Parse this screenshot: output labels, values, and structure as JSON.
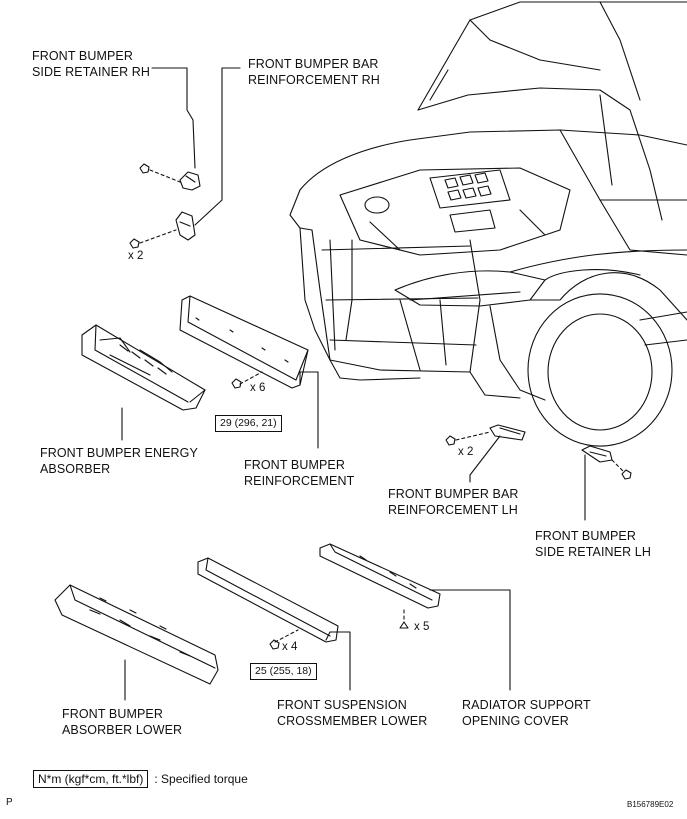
{
  "labels": {
    "side_retainer_rh": [
      "FRONT BUMPER",
      "SIDE RETAINER RH"
    ],
    "bar_reinf_rh": [
      "FRONT BUMPER BAR",
      "REINFORCEMENT RH"
    ],
    "energy_absorber": [
      "FRONT BUMPER ENERGY",
      "ABSORBER"
    ],
    "bumper_reinf": [
      "FRONT BUMPER",
      "REINFORCEMENT"
    ],
    "bar_reinf_lh": [
      "FRONT BUMPER BAR",
      "REINFORCEMENT LH"
    ],
    "side_retainer_lh": [
      "FRONT BUMPER",
      "SIDE RETAINER LH"
    ],
    "absorber_lower": [
      "FRONT BUMPER",
      "ABSORBER LOWER"
    ],
    "crossmember_lower": [
      "FRONT SUSPENSION",
      "CROSSMEMBER LOWER"
    ],
    "radiator_cover": [
      "RADIATOR SUPPORT",
      "OPENING COVER"
    ]
  },
  "quantities": {
    "rh_bolts": "x 2",
    "reinf_bolts": "x 6",
    "lh_bolts": "x 2",
    "cross_bolts": "x 4",
    "clips": "x 5"
  },
  "torques": {
    "reinforcement": "29 (296, 21)",
    "crossmember": "25 (255, 18)"
  },
  "legend": {
    "unit_box": "N*m (kgf*cm, ft.*lbf)",
    "description": ": Specified torque"
  },
  "page_mark": "P",
  "figure_code": "B156789E02"
}
